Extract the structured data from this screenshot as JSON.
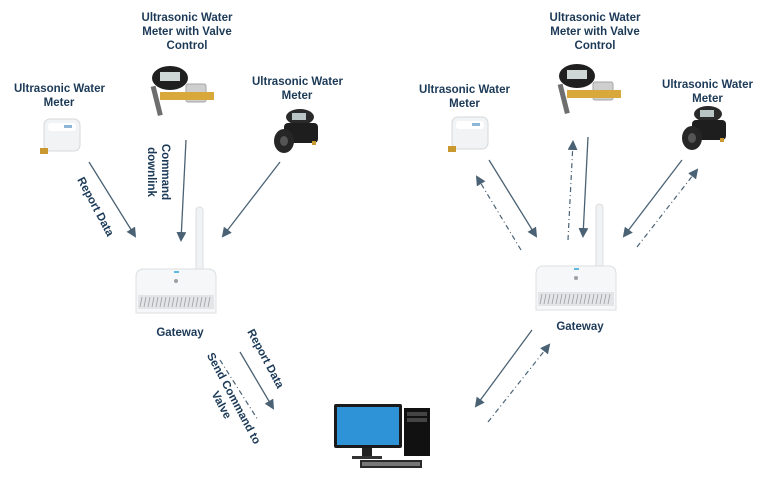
{
  "left_diagram": {
    "meter_left": {
      "label_line1": "Ultrasonic Water",
      "label_line2": "Meter"
    },
    "meter_center": {
      "label_line1": "Ultrasonic Water",
      "label_line2": "Meter with Valve",
      "label_line3": "Control"
    },
    "meter_right": {
      "label_line1": "Ultrasonic Water",
      "label_line2": "Meter"
    },
    "gateway": {
      "label": "Gateway"
    },
    "annotations": {
      "report_data_meter": "Report Data",
      "command_line1": "Command",
      "command_line2": "downlink",
      "report_data_gateway": "Report Data",
      "send_command_line1": "Send Command to",
      "send_command_line2": "Valve"
    }
  },
  "right_diagram": {
    "meter_left": {
      "label_line1": "Ultrasonic Water",
      "label_line2": "Meter"
    },
    "meter_center": {
      "label_line1": "Ultrasonic Water",
      "label_line2": "Meter with Valve",
      "label_line3": "Control"
    },
    "meter_right": {
      "label_line1": "Ultrasonic Water",
      "label_line2": "Meter"
    },
    "gateway": {
      "label": "Gateway"
    }
  },
  "server": {
    "icon": "desktop-computer-icon"
  },
  "colors": {
    "text": "#1c3a57",
    "arrow": "#4a6274"
  }
}
